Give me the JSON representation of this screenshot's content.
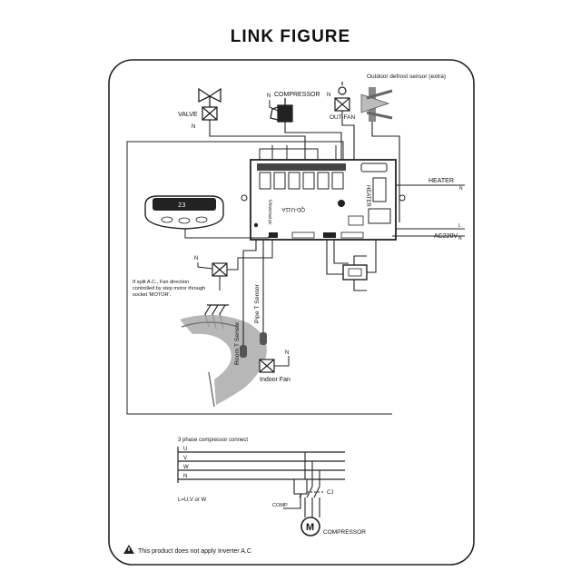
{
  "title": "LINK FIGURE",
  "labels": {
    "outdoor_sensor": "Outdoor defrost sensor (extra)",
    "compressor_top": "COMPRESSOR",
    "valve": "VALVE",
    "out_fan": "OUT-FAN",
    "heater": "HEATER",
    "ac220v": "AC220V",
    "split_note_1": "If split A.C., Fan direction",
    "split_note_2": "controlled by step motor through",
    "split_note_3": "socket 'MOTOR'.",
    "pipe_sensor": "Pipe T Sensor",
    "room_sensor": "Room T Sensor",
    "indoor_fan": "Indoor Fan",
    "board_model": "QD-U11A",
    "board_heater": "HEATER",
    "board_caption": "Universal pc",
    "three_phase": "3 phase compressor connect",
    "phase_u": "U",
    "phase_v": "V",
    "phase_w": "W",
    "l_note": "L=U,V or W",
    "comp": "COMP",
    "cj": "CJ",
    "compressor_bottom": "COMPRESSOR",
    "motor_letter": "M",
    "warning": "This product does not apply Inverter A.C"
  },
  "terminals": {
    "n": "N",
    "l": "L"
  }
}
